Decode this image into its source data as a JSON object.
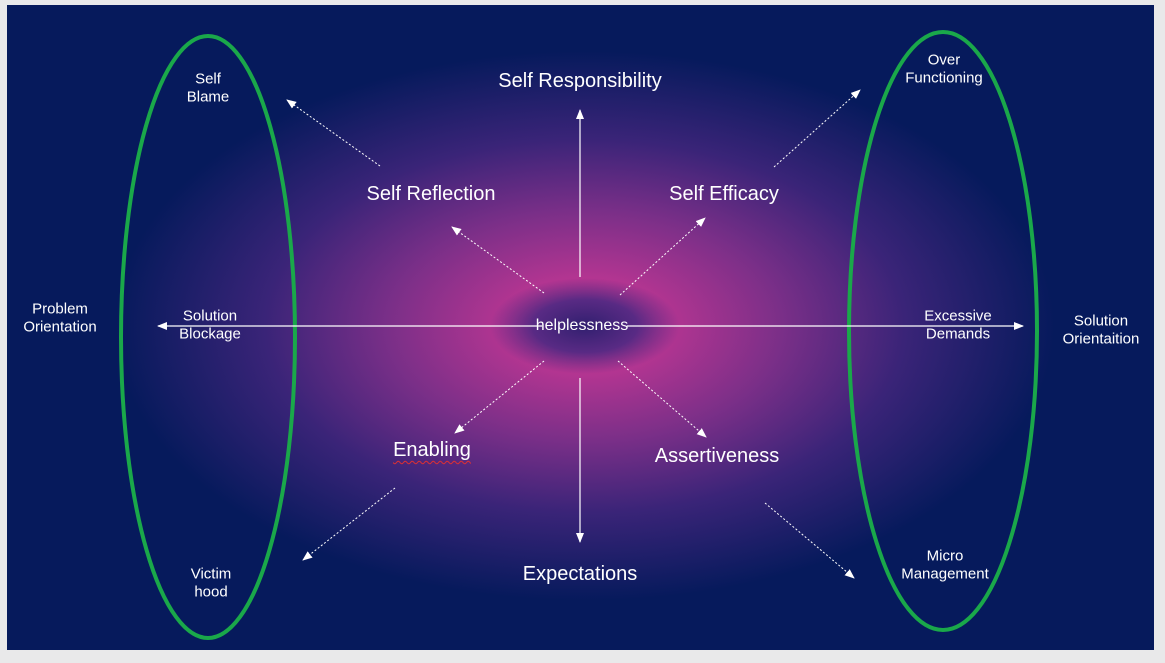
{
  "center": "helplessness",
  "axes": {
    "top": "Self Responsibility",
    "bottom": "Expectations",
    "left": "Problem\nOrientation",
    "right": "Solution\nOrientaition"
  },
  "inner": {
    "upper_left": "Self Reflection",
    "upper_right": "Self Efficacy",
    "lower_left": "Enabling",
    "lower_right": "Assertiveness",
    "left_near": "Solution\nBlockage",
    "right_near": "Excessive\nDemands"
  },
  "left_group": {
    "top": "Self\nBlame",
    "bottom": "Victim\nhood"
  },
  "right_group": {
    "top": "Over\nFunctioning",
    "bottom": "Micro\nManagement"
  },
  "colors": {
    "background": "#061a5c",
    "glow": "#d6398e",
    "ellipse_stroke": "#1aa84a",
    "text": "#ffffff",
    "spellcheck_underline": "#e03030"
  }
}
